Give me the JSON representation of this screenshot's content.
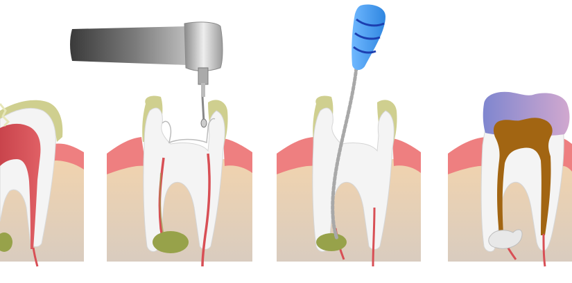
{
  "diagram": {
    "stages": [
      {
        "id": "infected-tooth"
      },
      {
        "id": "drilling-access"
      },
      {
        "id": "canal-cleaning"
      },
      {
        "id": "filled-and-crowned"
      }
    ],
    "icons": [
      "dental-drill-icon",
      "endodontic-file-icon"
    ],
    "colors": {
      "gum": "#ee7f80",
      "bone_top": "#f1d3ae",
      "bone_bottom": "#d9ccbf",
      "enamel": "#cfcf8f",
      "dentin": "#f4f4f4",
      "pulp": "#d84f55",
      "infection": "#97a24a",
      "crown_left": "#7f86cf",
      "crown_right": "#d1a8cf",
      "gutta_percha": "#a26512",
      "file_handle": "#4da3f2",
      "file_band": "#1c3fb0"
    }
  }
}
